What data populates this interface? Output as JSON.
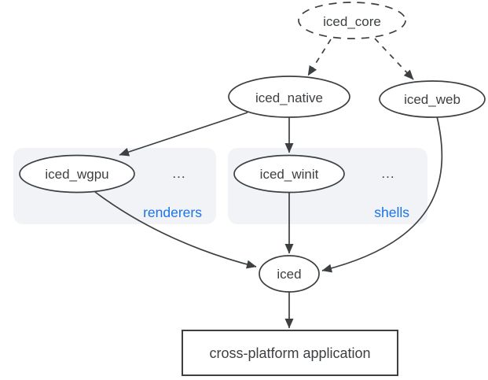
{
  "colors": {
    "line": "#3c4043",
    "text": "#3c4043",
    "group_fill": "#f1f3f7",
    "group_label_blue": "#1a73e8",
    "node_fill": "#ffffff",
    "background": "#ffffff"
  },
  "nodes": {
    "iced_core": {
      "label": "iced_core",
      "shape": "dashed-ellipse"
    },
    "iced_native": {
      "label": "iced_native",
      "shape": "ellipse"
    },
    "iced_web": {
      "label": "iced_web",
      "shape": "ellipse"
    },
    "iced_wgpu": {
      "label": "iced_wgpu",
      "shape": "ellipse"
    },
    "iced_winit": {
      "label": "iced_winit",
      "shape": "ellipse"
    },
    "iced": {
      "label": "iced",
      "shape": "ellipse"
    },
    "app": {
      "label": "cross-platform application",
      "shape": "rect"
    }
  },
  "groups": {
    "renderers": {
      "label": "renderers",
      "ellipsis": "..."
    },
    "shells": {
      "label": "shells",
      "ellipsis": "..."
    }
  },
  "edges": [
    {
      "from": "iced_core",
      "to": "iced_native",
      "style": "dashed"
    },
    {
      "from": "iced_core",
      "to": "iced_web",
      "style": "dashed"
    },
    {
      "from": "iced_native",
      "to": "iced_wgpu",
      "style": "solid"
    },
    {
      "from": "iced_native",
      "to": "iced_winit",
      "style": "solid"
    },
    {
      "from": "iced_wgpu",
      "to": "iced",
      "style": "solid"
    },
    {
      "from": "iced_winit",
      "to": "iced",
      "style": "solid"
    },
    {
      "from": "iced_web",
      "to": "iced",
      "style": "solid"
    },
    {
      "from": "iced",
      "to": "app",
      "style": "solid"
    }
  ]
}
